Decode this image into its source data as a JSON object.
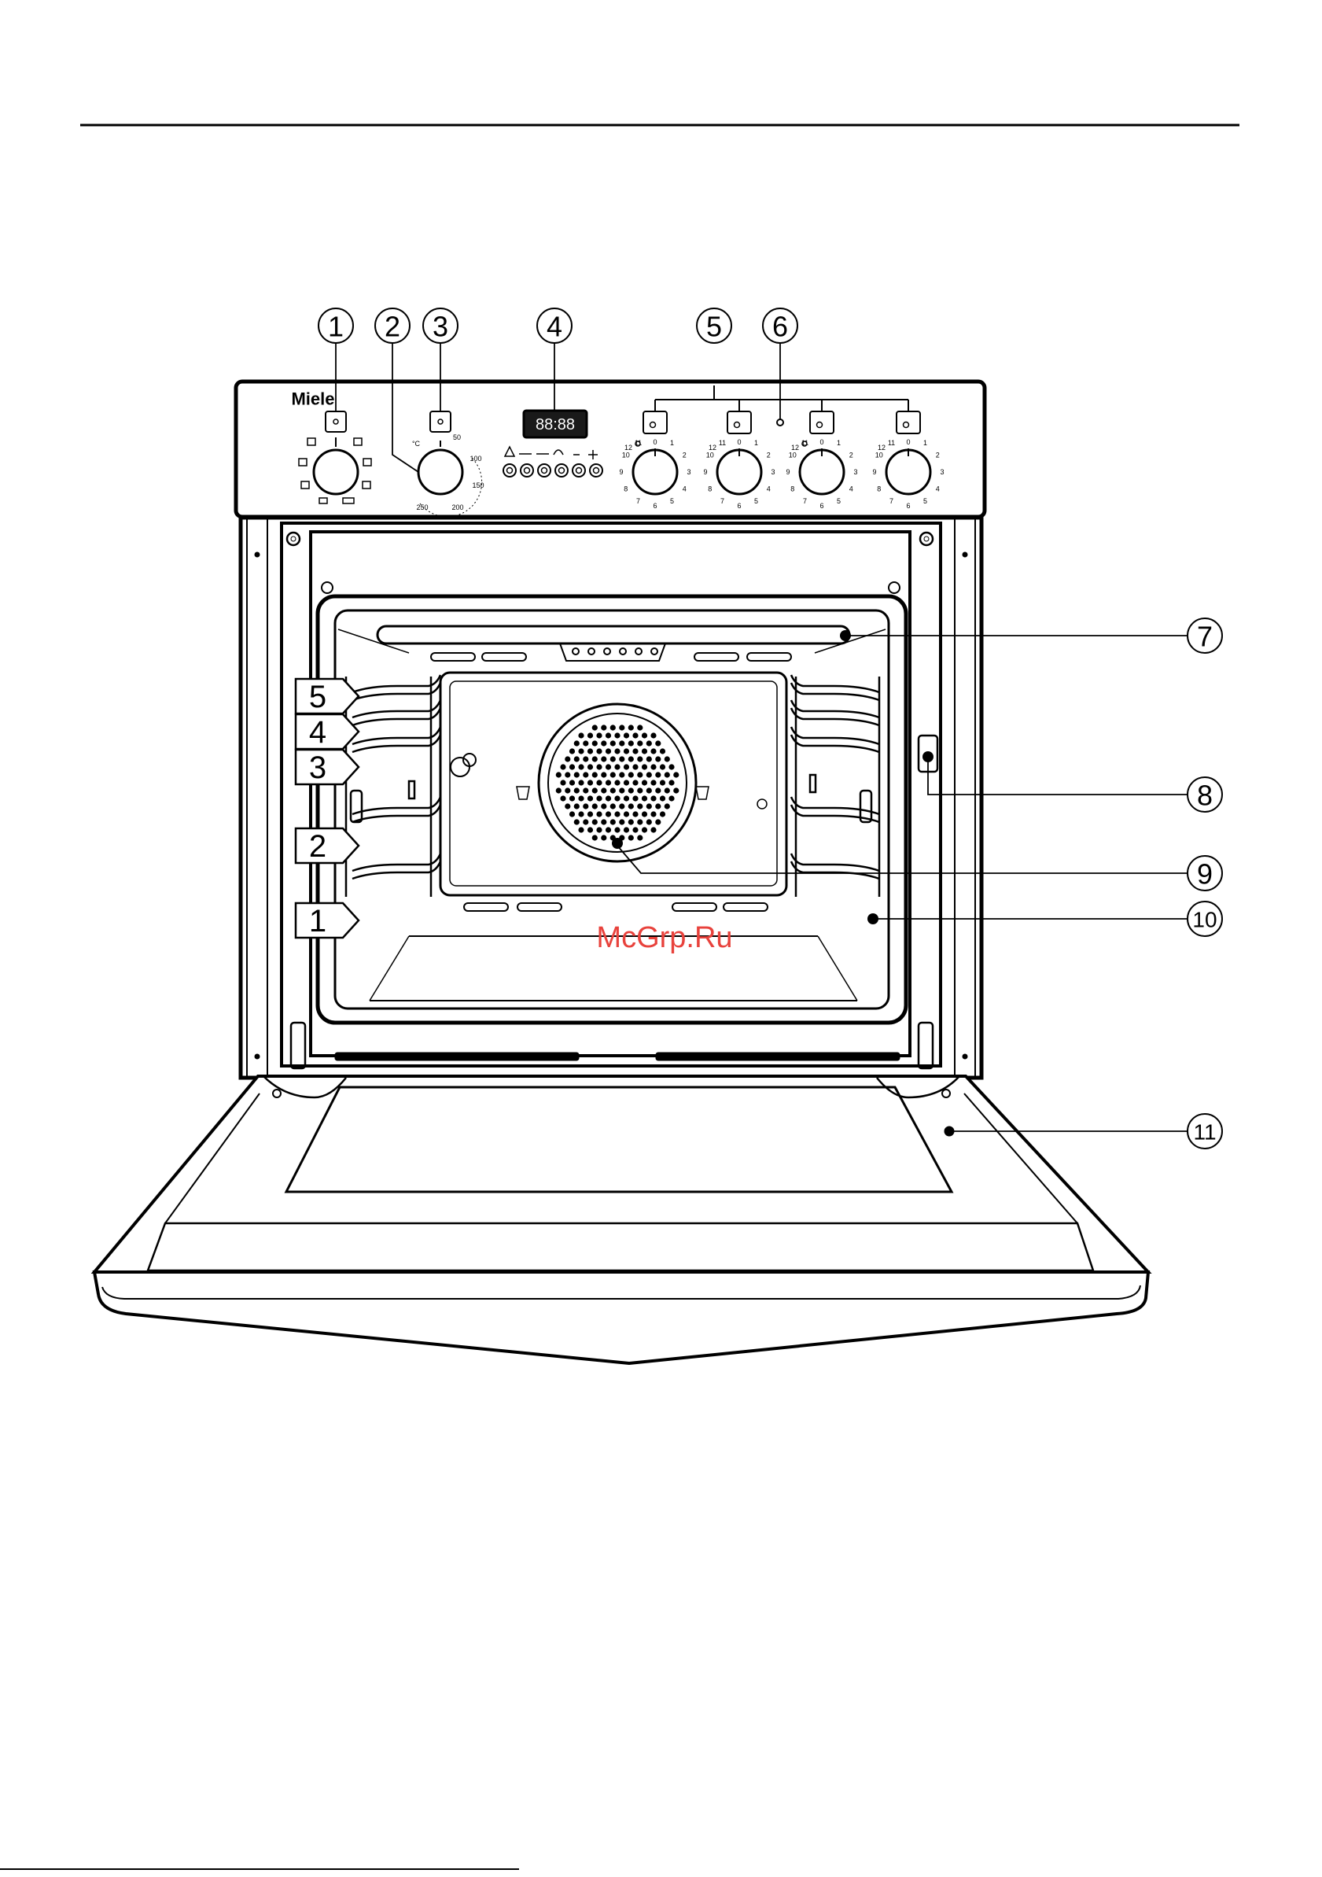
{
  "brand": "Miele",
  "display_readout": "88:88",
  "watermark": "McGrp.Ru",
  "watermark_color": "#e8423c",
  "callouts": [
    "1",
    "2",
    "3",
    "4",
    "5",
    "6",
    "7",
    "8",
    "9",
    "10",
    "11"
  ],
  "shelf_levels": [
    "5",
    "4",
    "3",
    "2",
    "1"
  ],
  "temperature_dial": {
    "labels": [
      "°C",
      "50",
      "100",
      "150",
      "200",
      "250"
    ]
  },
  "hob_dial": {
    "labels": [
      "0",
      "1",
      "2",
      "3",
      "4",
      "5",
      "6",
      "7",
      "8",
      "9",
      "10",
      "11",
      "12"
    ]
  }
}
